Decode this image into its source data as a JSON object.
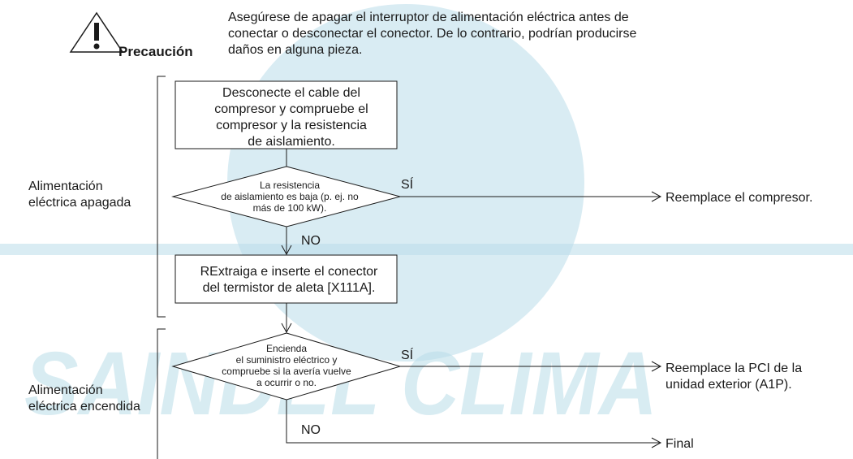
{
  "caution": {
    "label": "Precaución",
    "text_lines": [
      "Asegúrese de apagar el interruptor de alimentación eléctrica antes de",
      "conectar o desconectar el conector. De lo contrario, podrían producirse",
      "daños en alguna pieza."
    ]
  },
  "phases": {
    "power_off": [
      "Alimentación",
      "eléctrica apagada"
    ],
    "power_on": [
      "Alimentación",
      "eléctrica encendida"
    ]
  },
  "steps": {
    "step1": [
      "Desconecte el cable del",
      "compresor y compruebe el",
      "compresor y la resistencia",
      "de aislamiento."
    ],
    "decision1": [
      "La resistencia",
      "de aislamiento es baja (p. ej. no",
      "más de 100 kW)."
    ],
    "step2": [
      "RExtraiga e inserte el conector",
      "del termistor de aleta [X111A]."
    ],
    "decision2": [
      "Encienda",
      "el suministro eléctrico y",
      "compruebe si la avería vuelve",
      "a ocurrir o no."
    ]
  },
  "branches": {
    "yes1": "SÍ",
    "no1": "NO",
    "yes2": "SÍ",
    "no2": "NO"
  },
  "outcomes": {
    "replace_compressor": [
      "Reemplace el compresor."
    ],
    "replace_pcb": [
      "Reemplace la PCI de la",
      "unidad exterior (A1P)."
    ],
    "final": [
      "Final"
    ]
  },
  "watermark": "SAINDEL CLIMA"
}
